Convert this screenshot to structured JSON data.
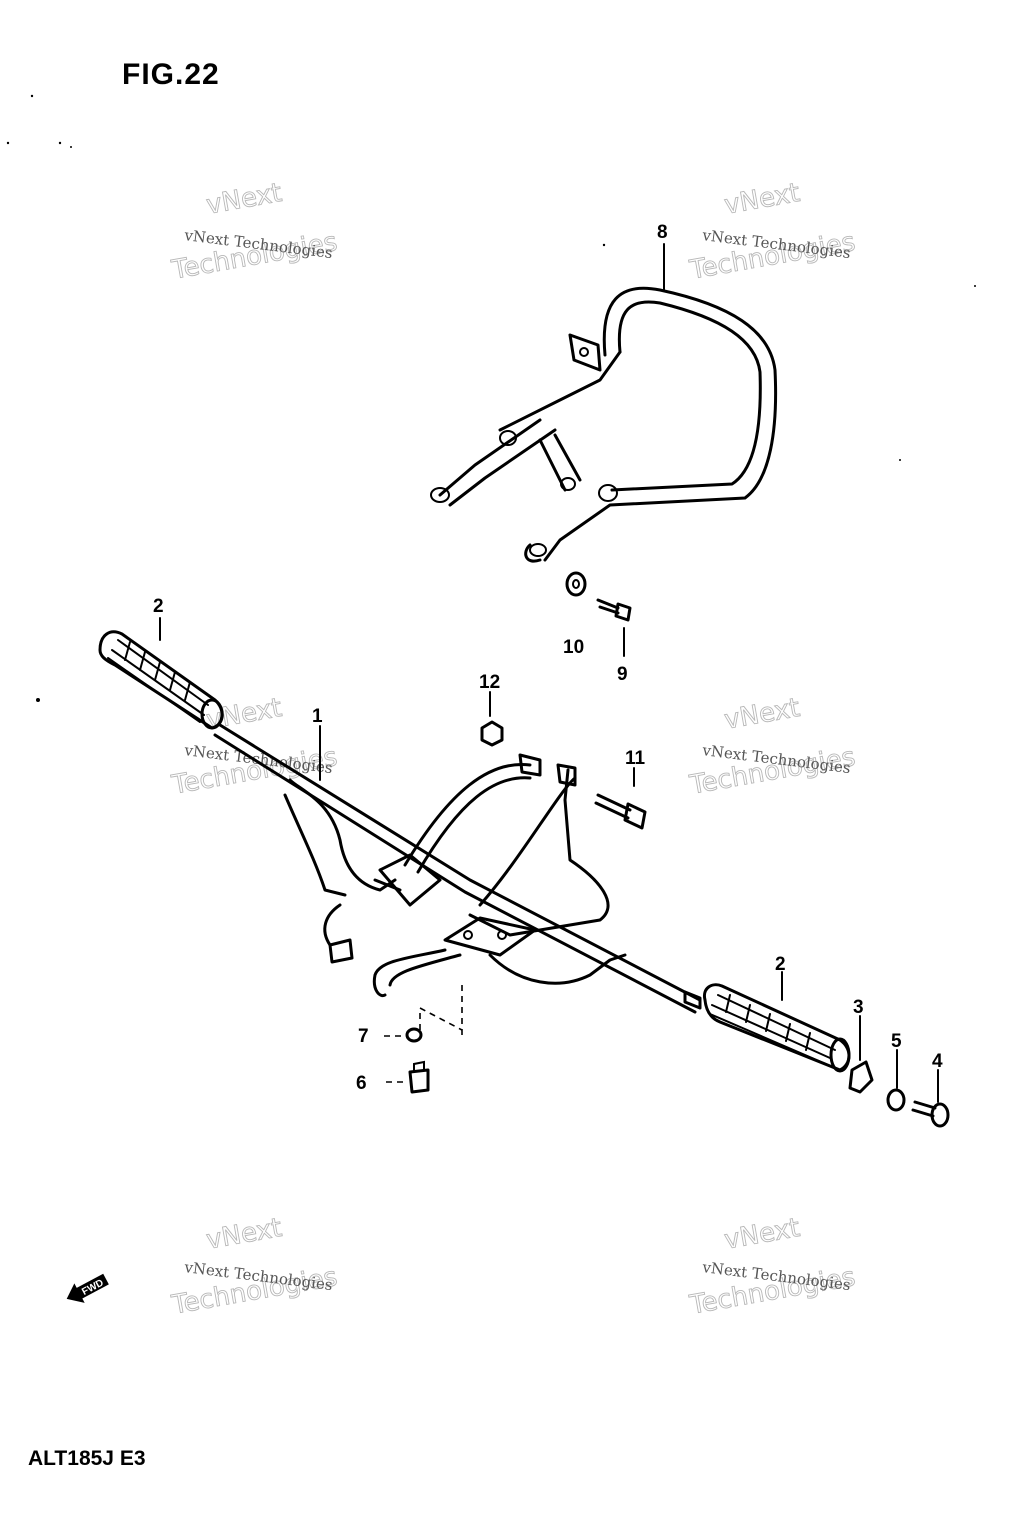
{
  "figure": {
    "title": "FIG.22",
    "model_code": "ALT185J E3"
  },
  "callouts": [
    "1",
    "2",
    "2",
    "3",
    "4",
    "5",
    "6",
    "7",
    "8",
    "9",
    "10",
    "11",
    "12"
  ],
  "watermark": {
    "line_big_1": "vNext",
    "line_big_2": "Technologies",
    "line_small": "vNext Technologies"
  },
  "direction_arrow": {
    "label": "FWD",
    "icon": "fwd-arrow-icon"
  }
}
